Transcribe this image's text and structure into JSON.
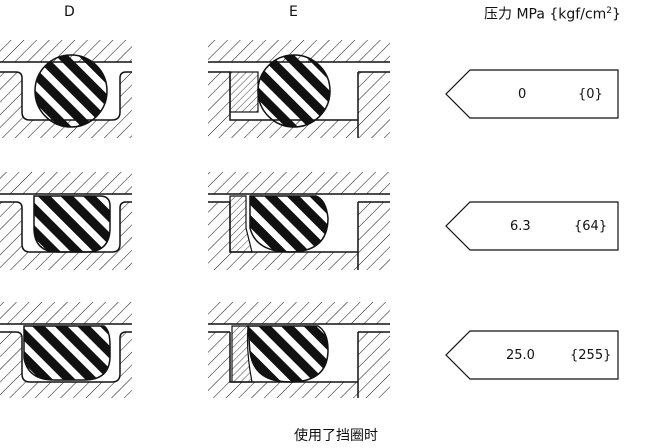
{
  "columns": {
    "d": "D",
    "e": "E"
  },
  "pressure_header": {
    "name": "压力",
    "unit_main": "MPa",
    "unit_alt": "{kgf/cm",
    "unit_alt_sup": "2",
    "unit_alt_close": "}"
  },
  "pressures": [
    {
      "mpa": "0",
      "kgf": "{0}"
    },
    {
      "mpa": "6.3",
      "kgf": "{64}"
    },
    {
      "mpa": "25.0",
      "kgf": "{255}"
    }
  ],
  "caption": "使用了挡圈时",
  "colors": {
    "ink": "#111111",
    "background": "#ffffff"
  }
}
